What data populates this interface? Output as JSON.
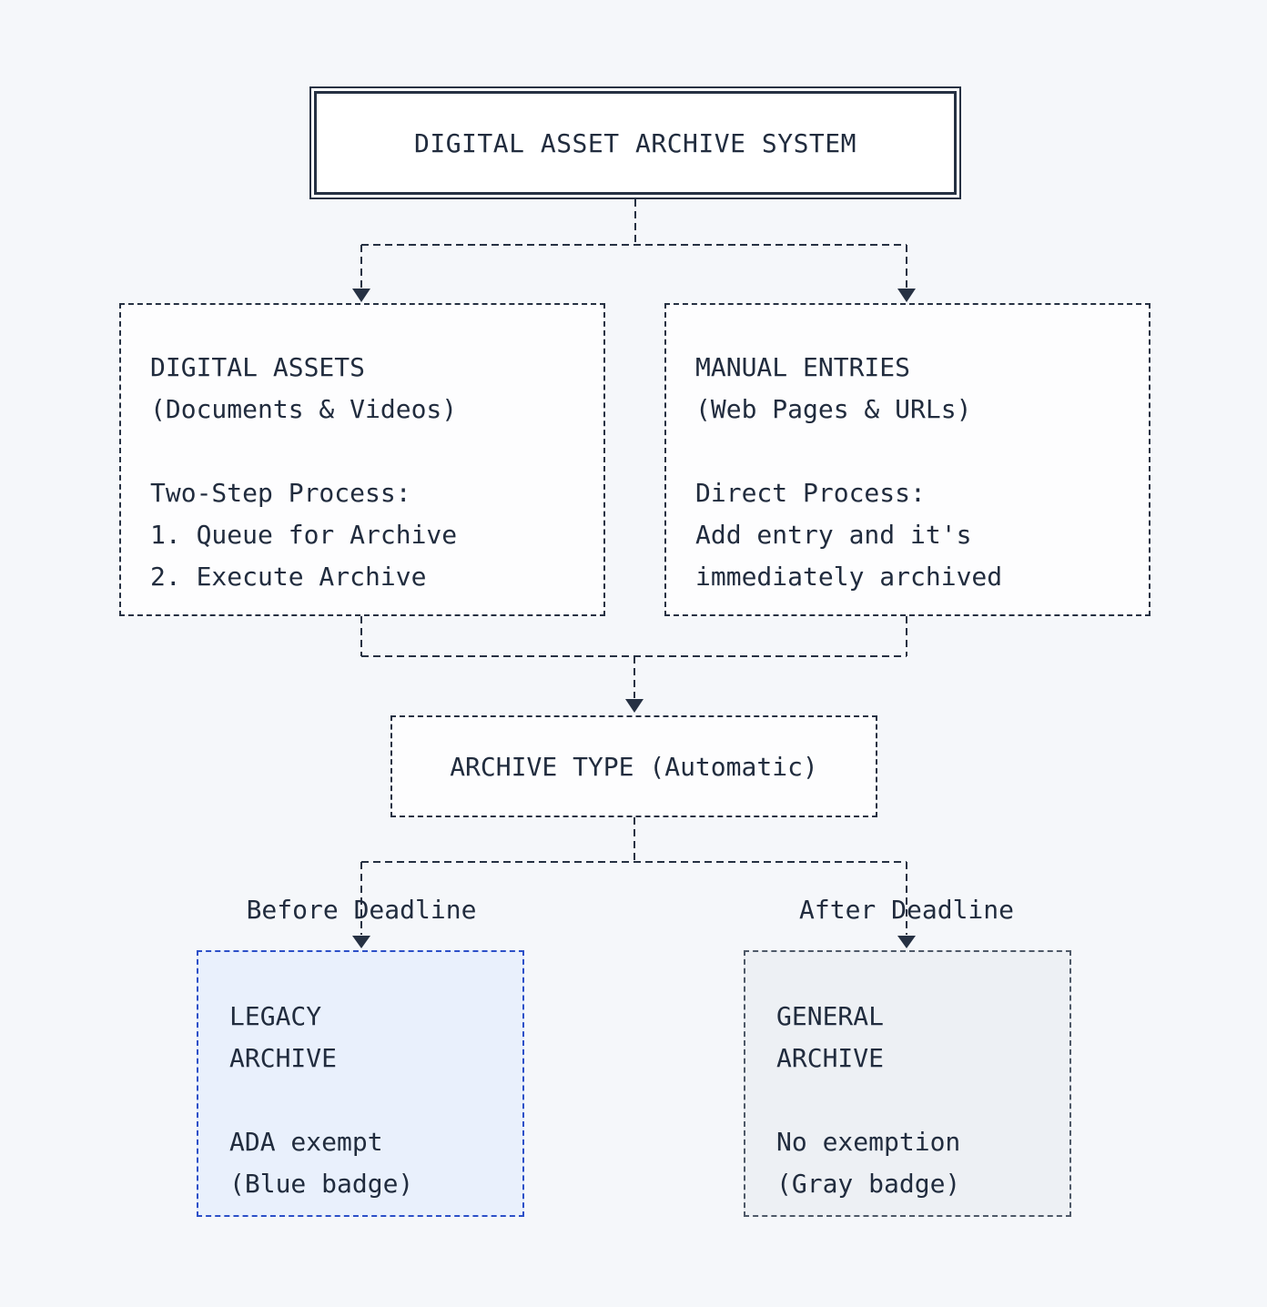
{
  "diagram": {
    "root": {
      "title": "DIGITAL ASSET ARCHIVE SYSTEM"
    },
    "digital_assets": {
      "title": "DIGITAL ASSETS",
      "subtitle": "(Documents & Videos)",
      "process_heading": "Two-Step Process:",
      "steps": [
        "1. Queue for Archive",
        "2. Execute Archive"
      ]
    },
    "manual_entries": {
      "title": "MANUAL ENTRIES",
      "subtitle": "(Web Pages & URLs)",
      "process_heading": "Direct Process:",
      "process_lines": [
        "Add entry and it's",
        "immediately archived"
      ]
    },
    "archive_type": {
      "label": "ARCHIVE TYPE (Automatic)"
    },
    "branches": {
      "before": "Before Deadline",
      "after": "After Deadline"
    },
    "legacy_archive": {
      "title_lines": [
        "LEGACY",
        "ARCHIVE"
      ],
      "detail_lines": [
        "ADA exempt",
        "(Blue badge)"
      ]
    },
    "general_archive": {
      "title_lines": [
        "GENERAL",
        "ARCHIVE"
      ],
      "detail_lines": [
        "No exemption",
        "(Gray badge)"
      ]
    },
    "colors": {
      "background": "#f5f7fa",
      "ink": "#263143",
      "node_fill": "#fdfdfe",
      "legacy_border": "#2b4fc8",
      "legacy_fill": "#e9f0fc",
      "general_border": "#4e5968",
      "general_fill": "#edf0f4"
    }
  }
}
